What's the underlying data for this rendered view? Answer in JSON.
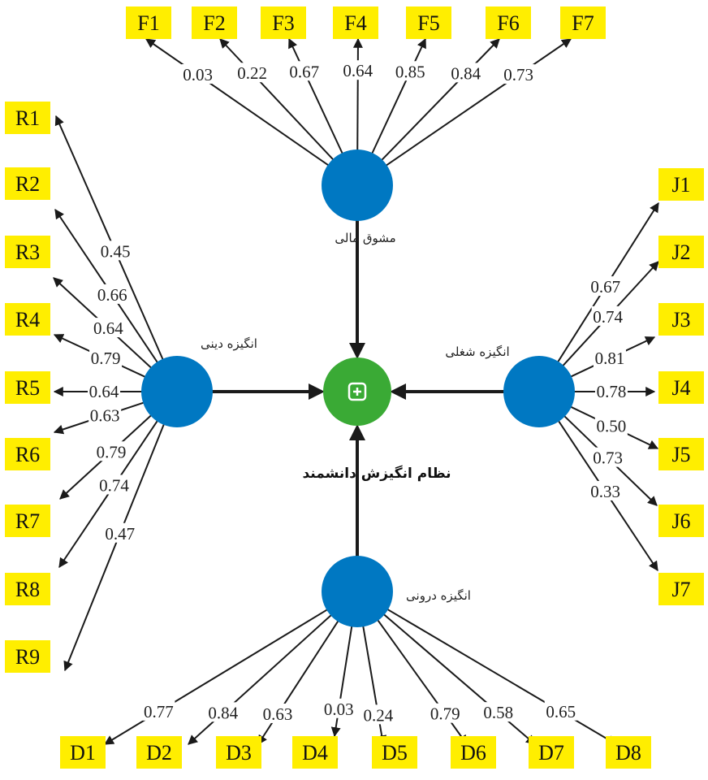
{
  "central": {
    "name": "نظام انگیزش  دانشمند",
    "icon": "plus-square-icon",
    "color": "#3aaa35"
  },
  "latent_color": "#0078c2",
  "indicator_color": "#ffee00",
  "latents": [
    {
      "id": "financial",
      "name": "مشوق مالی",
      "indicators": [
        {
          "label": "F1",
          "weight": "0.03"
        },
        {
          "label": "F2",
          "weight": "0.22"
        },
        {
          "label": "F3",
          "weight": "0.67"
        },
        {
          "label": "F4",
          "weight": "0.64"
        },
        {
          "label": "F5",
          "weight": "0.85"
        },
        {
          "label": "F6",
          "weight": "0.84"
        },
        {
          "label": "F7",
          "weight": "0.73"
        }
      ]
    },
    {
      "id": "religious",
      "name": "انگیزه دینی",
      "indicators": [
        {
          "label": "R1",
          "weight": "0.45"
        },
        {
          "label": "R2",
          "weight": "0.66"
        },
        {
          "label": "R3",
          "weight": "0.64"
        },
        {
          "label": "R4",
          "weight": "0.79"
        },
        {
          "label": "R5",
          "weight": "0.64"
        },
        {
          "label": "R6",
          "weight": "0.63"
        },
        {
          "label": "R7",
          "weight": "0.79"
        },
        {
          "label": "R8",
          "weight": "0.74"
        },
        {
          "label": "R9",
          "weight": "0.47"
        }
      ]
    },
    {
      "id": "job",
      "name": "انگیزه شغلی",
      "indicators": [
        {
          "label": "J1",
          "weight": "0.67"
        },
        {
          "label": "J2",
          "weight": "0.74"
        },
        {
          "label": "J3",
          "weight": "0.81"
        },
        {
          "label": "J4",
          "weight": "0.78"
        },
        {
          "label": "J5",
          "weight": "0.50"
        },
        {
          "label": "J6",
          "weight": "0.73"
        },
        {
          "label": "J7",
          "weight": "0.33"
        }
      ]
    },
    {
      "id": "internal",
      "name": "انگیزه درونی",
      "indicators": [
        {
          "label": "D1",
          "weight": "0.77"
        },
        {
          "label": "D2",
          "weight": "0.84"
        },
        {
          "label": "D3",
          "weight": "0.63"
        },
        {
          "label": "D4",
          "weight": "0.03"
        },
        {
          "label": "D5",
          "weight": "0.24"
        },
        {
          "label": "D6",
          "weight": "0.79"
        },
        {
          "label": "D7",
          "weight": "0.58"
        },
        {
          "label": "D8",
          "weight": "0.65"
        }
      ]
    }
  ]
}
